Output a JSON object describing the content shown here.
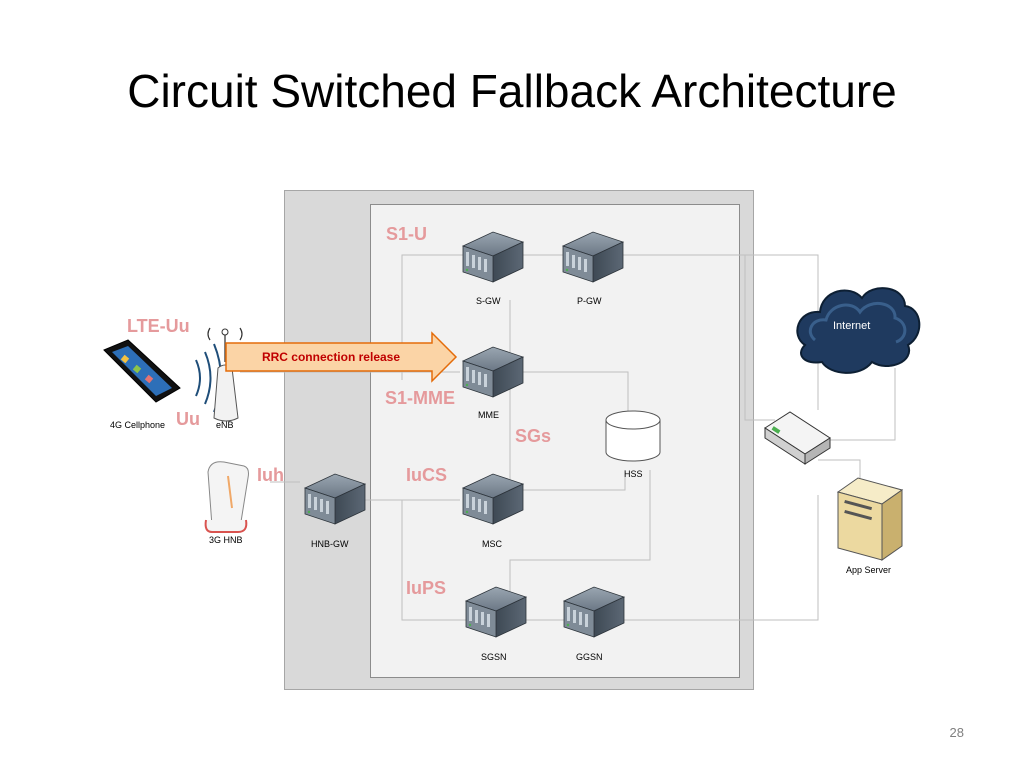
{
  "title": "Circuit Switched Fallback Architecture",
  "page_number": "28",
  "arrow": {
    "label": "RRC connection release"
  },
  "interfaces": {
    "s1u": "S1-U",
    "lte_uu": "LTE-Uu",
    "s1_mme": "S1-MME",
    "uu": "Uu",
    "sgs": "SGs",
    "iuh": "Iuh",
    "iucs": "IuCS",
    "iups": "IuPS"
  },
  "nodes": {
    "sgw": "S-GW",
    "pgw": "P-GW",
    "mme": "MME",
    "hss": "HSS",
    "msc": "MSC",
    "hnb_gw": "HNB-GW",
    "sgsn": "SGSN",
    "ggsn": "GGSN",
    "cellphone": "4G Cellphone",
    "enb": "eNB",
    "hnb": "3G HNB",
    "internet": "Internet",
    "app_server": "App Server"
  },
  "colors": {
    "interface_label": "#e59a9c",
    "arrow_fill": "#fbd4a6",
    "arrow_border": "#e46c0a",
    "arrow_text": "#c00000",
    "server_body": "#54616e",
    "cloud": "#1f3a5f"
  }
}
